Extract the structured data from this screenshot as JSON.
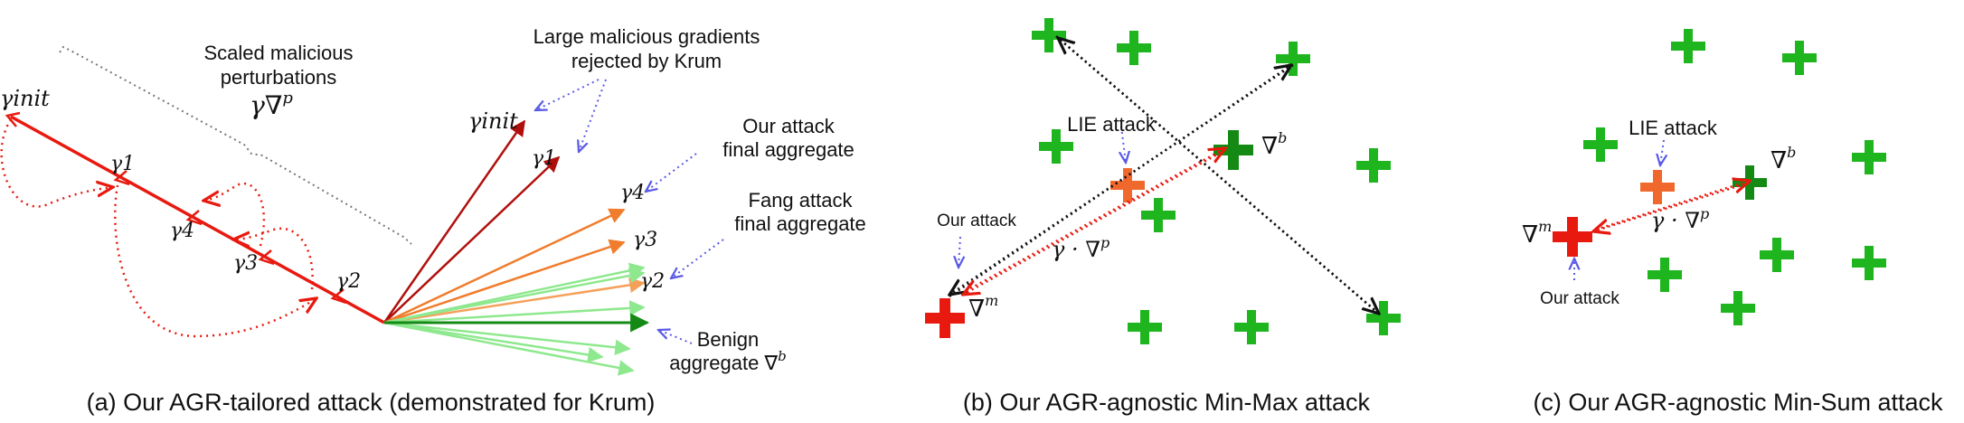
{
  "panels": {
    "a": {
      "caption": "(a) Our AGR-tailored attack (demonstrated for Krum)",
      "scaled_label_1": "Scaled malicious",
      "scaled_label_2": "perturbations",
      "scaled_symbol": "γ∇",
      "scaled_symbol_sup": "p",
      "gamma_init_left": "γinit",
      "gamma_1_left": "γ1",
      "gamma_4_left": "γ4",
      "gamma_3_left": "γ3",
      "gamma_2_left": "γ2",
      "large_label_1": "Large malicious gradients",
      "large_label_2": "rejected by Krum",
      "gamma_init_right": "γinit",
      "gamma_1_right": "γ1",
      "gamma_4_right": "γ4",
      "gamma_3_right": "γ3",
      "gamma_2_right": "γ2",
      "our_attack_1": "Our attack",
      "our_attack_2": "final aggregate",
      "fang_1": "Fang attack",
      "fang_2": "final aggregate",
      "benign_1": "Benign",
      "benign_2": "aggregate ∇",
      "benign_sup": "b"
    },
    "b": {
      "caption": "(b) Our AGR-agnostic Min-Max attack",
      "lie_label": "LIE attack",
      "our_attack": "Our attack",
      "grad_m": "∇",
      "grad_m_sup": "m",
      "grad_b": "∇",
      "grad_b_sup": "b",
      "gamma_grad_p": "γ · ∇",
      "gamma_grad_p_sup": "p"
    },
    "c": {
      "caption": "(c) Our AGR-agnostic Min-Sum attack",
      "lie_label": "LIE attack",
      "our_attack": "Our attack",
      "grad_m": "∇",
      "grad_m_sup": "m",
      "grad_b": "∇",
      "grad_b_sup": "b",
      "gamma_grad_p": "γ · ∇",
      "gamma_grad_p_sup": "p"
    }
  },
  "colors": {
    "malicious_red": "#e8190f",
    "dark_red": "#b0100d",
    "orange": "#f07c2c",
    "benign_green": "#1eb51e",
    "dark_green": "#148a14",
    "light_green": "#8ee88e",
    "dotted_blue": "#5a5ae6",
    "lie_orange": "#f0682c"
  }
}
